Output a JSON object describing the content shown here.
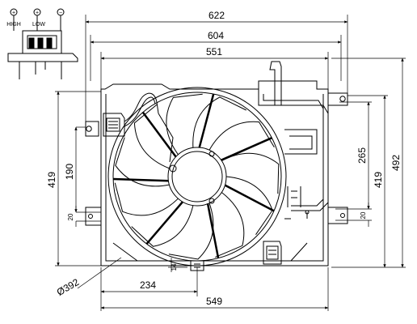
{
  "connector": {
    "pin1_label": "HIGH",
    "pin2_label": "LOW",
    "pin1_symbol": "+",
    "pin2_symbol": "+",
    "pin3_symbol": "−"
  },
  "dimensions": {
    "overall_width": "622",
    "frame_width": "604",
    "shroud_width": "551",
    "bottom_width": "549",
    "left_offset": "234",
    "fan_diameter": "Ø392",
    "left_height": "419",
    "left_mid": "190",
    "left_small": "20",
    "right_height": "492",
    "right_419": "419",
    "right_265": "265",
    "right_small": "20",
    "bottom_small": "14"
  }
}
